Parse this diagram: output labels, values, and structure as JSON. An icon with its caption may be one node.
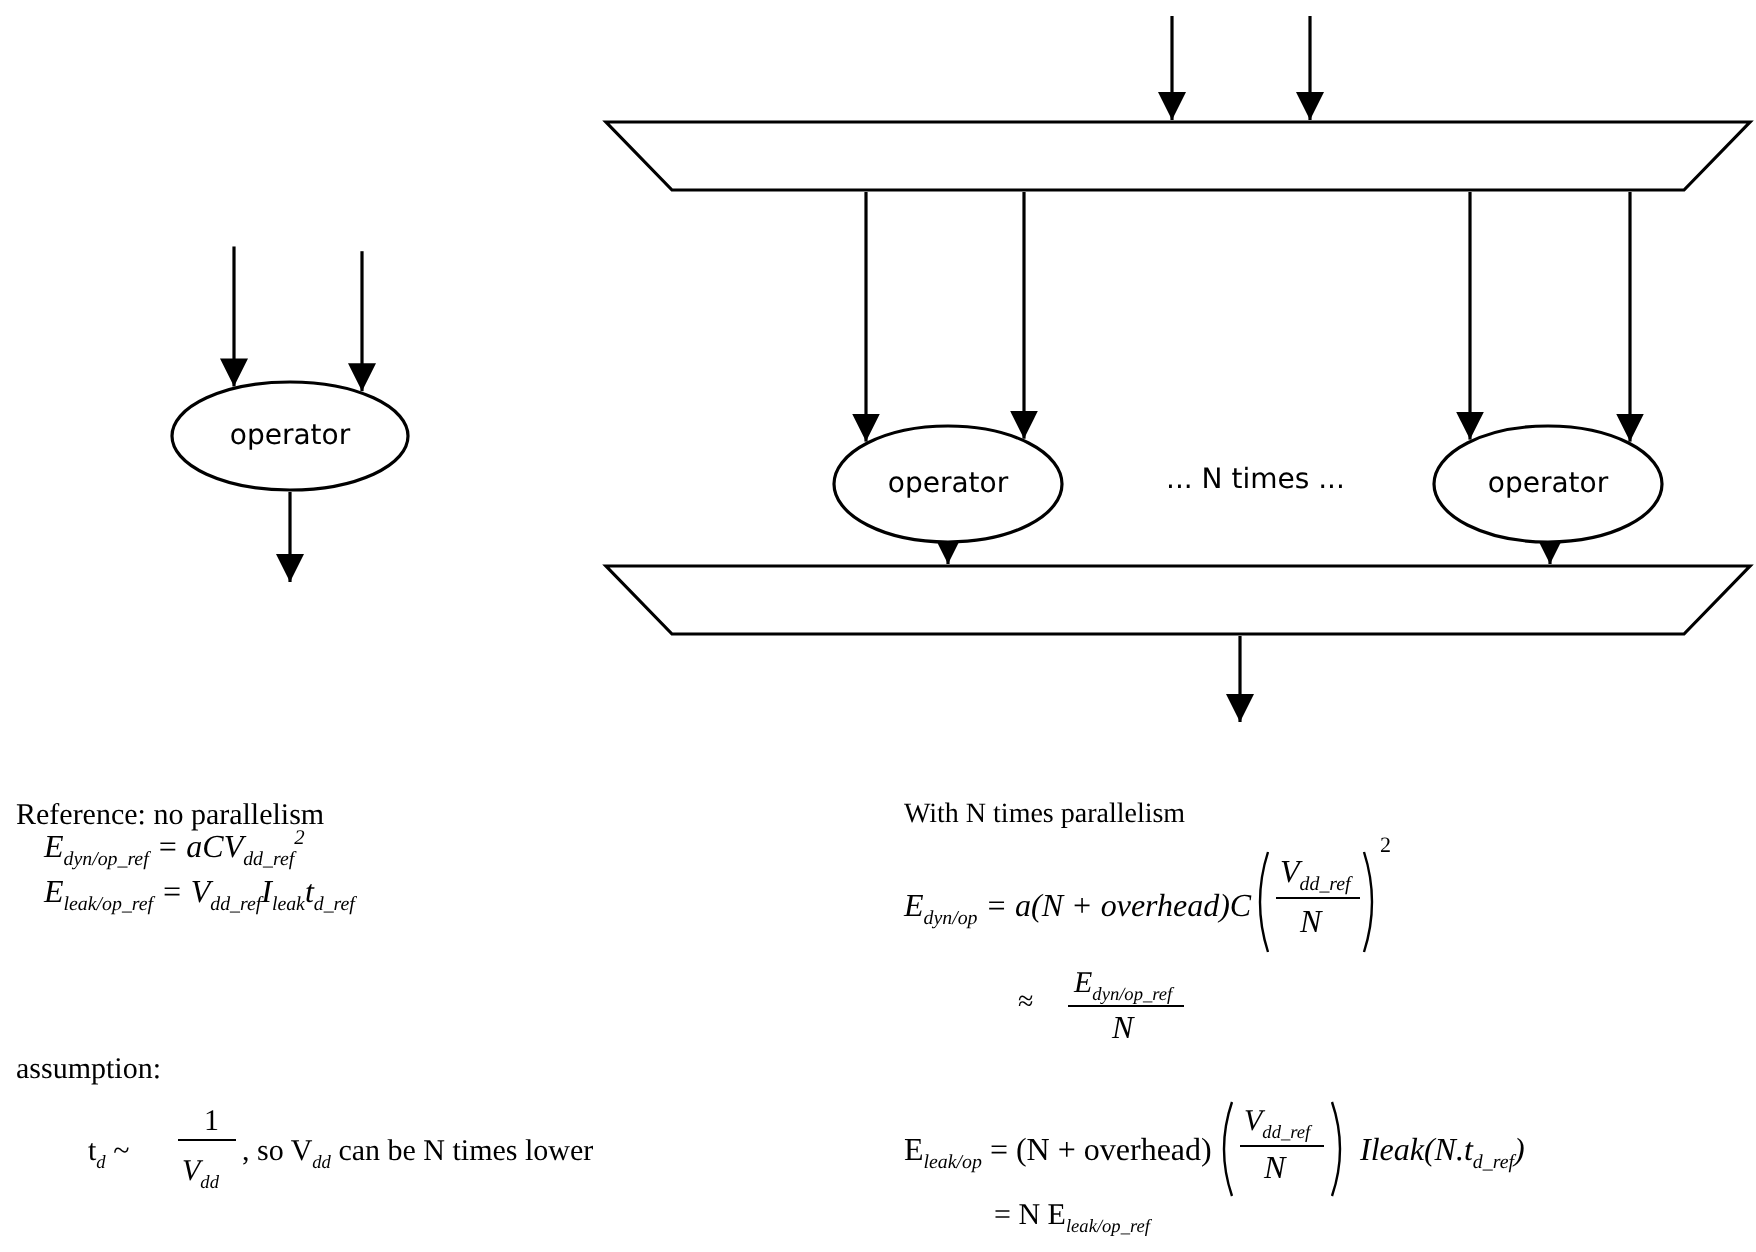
{
  "diagram": {
    "nodes": [
      {
        "text": [
          "operator"
        ]
      },
      {
        "text": [],
        "shape": "trapezoid"
      },
      {
        "text": [
          "operator"
        ]
      },
      {
        "text": [
          "operator"
        ]
      },
      {
        "text": [],
        "shape": "trapezoid"
      }
    ],
    "edges": [
      {
        "from": null,
        "to": 0,
        "arrow": "to"
      },
      {
        "from": null,
        "to": 0,
        "arrow": "to"
      },
      {
        "from": 0,
        "to": null,
        "arrow": "to"
      },
      {
        "from": null,
        "to": 1,
        "arrow": "to"
      },
      {
        "from": null,
        "to": 1,
        "arrow": "to"
      },
      {
        "from": 1,
        "to": 2,
        "arrow": "to"
      },
      {
        "from": 1,
        "to": 2,
        "arrow": "to"
      },
      {
        "from": 1,
        "to": 3,
        "arrow": "to"
      },
      {
        "from": 1,
        "to": 3,
        "arrow": "to"
      },
      {
        "from": 2,
        "to": 4,
        "arrow": "to"
      },
      {
        "from": 3,
        "to": 4,
        "arrow": "to"
      },
      {
        "from": 4,
        "to": null,
        "arrow": "to"
      }
    ],
    "labels": [
      "... N times ...",
      "Reference: no parallelism",
      "E$_{dyn/op_ref}$ = aCV$_{dd_ref}$$^{2}$",
      "E$_{leak/op_ref}$ = V$_{dd_ref}$I$_{leak}$t$_{d_ref}$",
      "assumption:",
      "t$_{d}$ ~",
      "1",
      "V$_{dd}$",
      ", so V$_{dd}$ can be N times lower",
      "With N times parallelism",
      "E$_{dyn/op}$ = a(N + overhead)C",
      "V$_{dd_ref}$",
      "N",
      "2",
      "≈",
      "E$_{dyn/op_ref}$",
      "N",
      "E$_{leak/op}$ = (N + overhead)",
      "V$_{dd_ref}$",
      "N",
      "Ileak(N.t$_{d_ref}$)",
      "= N E$_{leak/op_ref}$"
    ]
  }
}
